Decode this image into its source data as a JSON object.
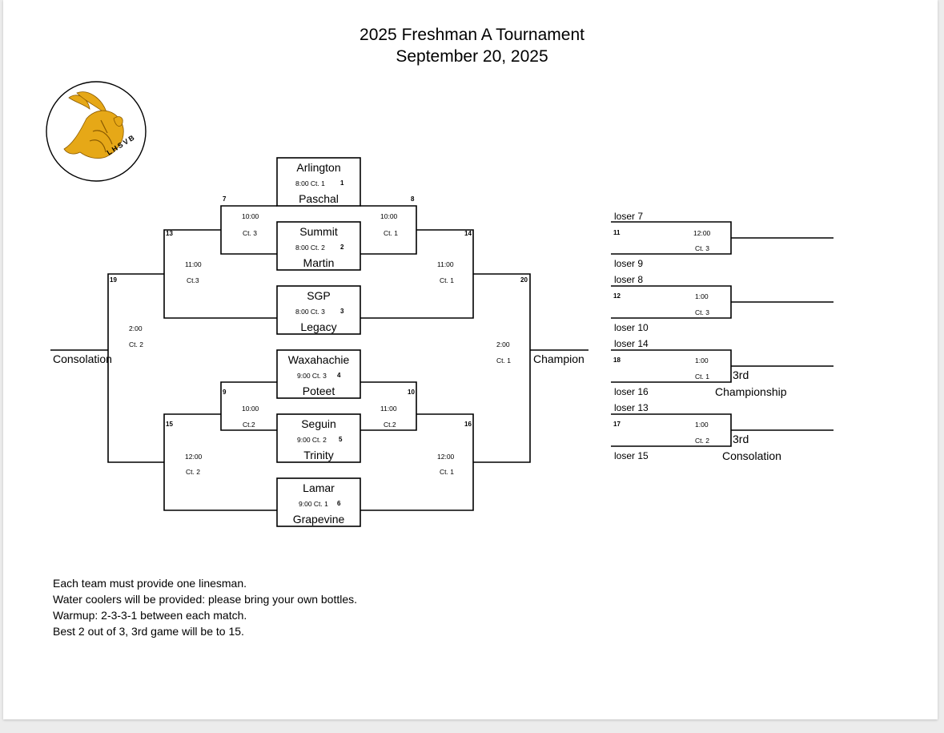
{
  "title": {
    "line1": "2025 Freshman A Tournament",
    "line2": "September 20, 2025"
  },
  "logo": {
    "text": "LHSVB",
    "icon": "viking-helmet-icon",
    "color": "#e6a817"
  },
  "pool_matches": [
    {
      "top": "Arlington",
      "bottom": "Paschal",
      "info": "8:00  Ct. 1",
      "num": "1"
    },
    {
      "top": "Summit",
      "bottom": "Martin",
      "info": "8:00  Ct. 2",
      "num": "2"
    },
    {
      "top": "SGP",
      "bottom": "Legacy",
      "info": "8:00  Ct. 3",
      "num": "3"
    },
    {
      "top": "Waxahachie",
      "bottom": "Poteet",
      "info": "9:00 Ct. 3",
      "num": "4"
    },
    {
      "top": "Seguin",
      "bottom": "Trinity",
      "info": "9:00  Ct. 2",
      "num": "5"
    },
    {
      "top": "Lamar",
      "bottom": "Grapevine",
      "info": "9:00 Ct. 1",
      "num": "6"
    }
  ],
  "left_bracket": {
    "g7": {
      "num": "7",
      "time": "10:00",
      "court": "Ct. 3"
    },
    "g13": {
      "num": "13",
      "time": "11:00",
      "court": "Ct.3"
    },
    "g19": {
      "num": "19",
      "time": "2:00",
      "court": "Ct. 2"
    },
    "g9": {
      "num": "9",
      "time": "10:00",
      "court": "Ct.2"
    },
    "g15": {
      "num": "15",
      "time": "12:00",
      "court": "Ct. 2"
    },
    "label": "Consolation"
  },
  "right_bracket": {
    "g8": {
      "num": "8",
      "time": "10:00",
      "court": "Ct. 1"
    },
    "g14": {
      "num": "14",
      "time": "11:00",
      "court": "Ct. 1"
    },
    "g20": {
      "num": "20",
      "time": "2:00",
      "court": "Ct. 1"
    },
    "g10": {
      "num": "10",
      "time": "11:00",
      "court": "Ct.2"
    },
    "g16": {
      "num": "16",
      "time": "12:00",
      "court": "Ct. 1"
    },
    "label": "Champion"
  },
  "side_games": [
    {
      "top": "loser 7",
      "num": "11",
      "time": "12:00",
      "court": "Ct. 3",
      "bottom": "loser 9",
      "label1": "",
      "label2": ""
    },
    {
      "top": "loser 8",
      "num": "12",
      "time": "1:00",
      "court": "Ct. 3",
      "bottom": "loser 10",
      "label1": "",
      "label2": ""
    },
    {
      "top": "loser 14",
      "num": "18",
      "time": "1:00",
      "court": "Ct. 1",
      "bottom": "loser 16",
      "label1": "3rd",
      "label2": "Championship"
    },
    {
      "top": "loser 13",
      "num": "17",
      "time": "1:00",
      "court": "Ct. 2",
      "bottom": "loser 15",
      "label1": "3rd",
      "label2": "Consolation"
    }
  ],
  "notes": [
    "Each team must provide one linesman.",
    "Water coolers will be provided: please bring your own bottles.",
    "Warmup: 2-3-3-1 between each match.",
    "Best 2 out of 3, 3rd game will be to 15."
  ]
}
